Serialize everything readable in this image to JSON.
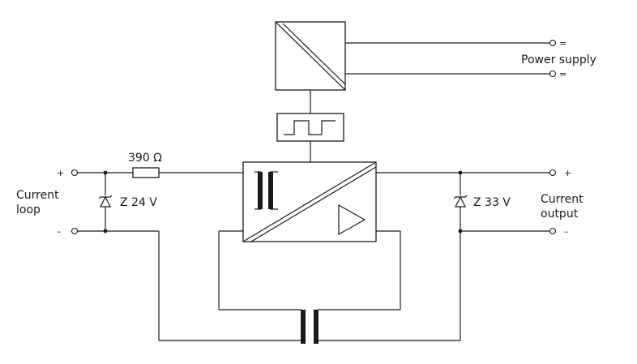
{
  "labels": {
    "resistor": "390 Ω",
    "zener_left": "Z 24 V",
    "zener_right": "Z 33 V",
    "power_supply": "Power supply",
    "dc_symbol": "=",
    "current_loop_line1": "Current",
    "current_loop_line2": "loop",
    "current_output_line1": "Current",
    "current_output_line2": "output",
    "plus": "+",
    "minus": "–"
  }
}
